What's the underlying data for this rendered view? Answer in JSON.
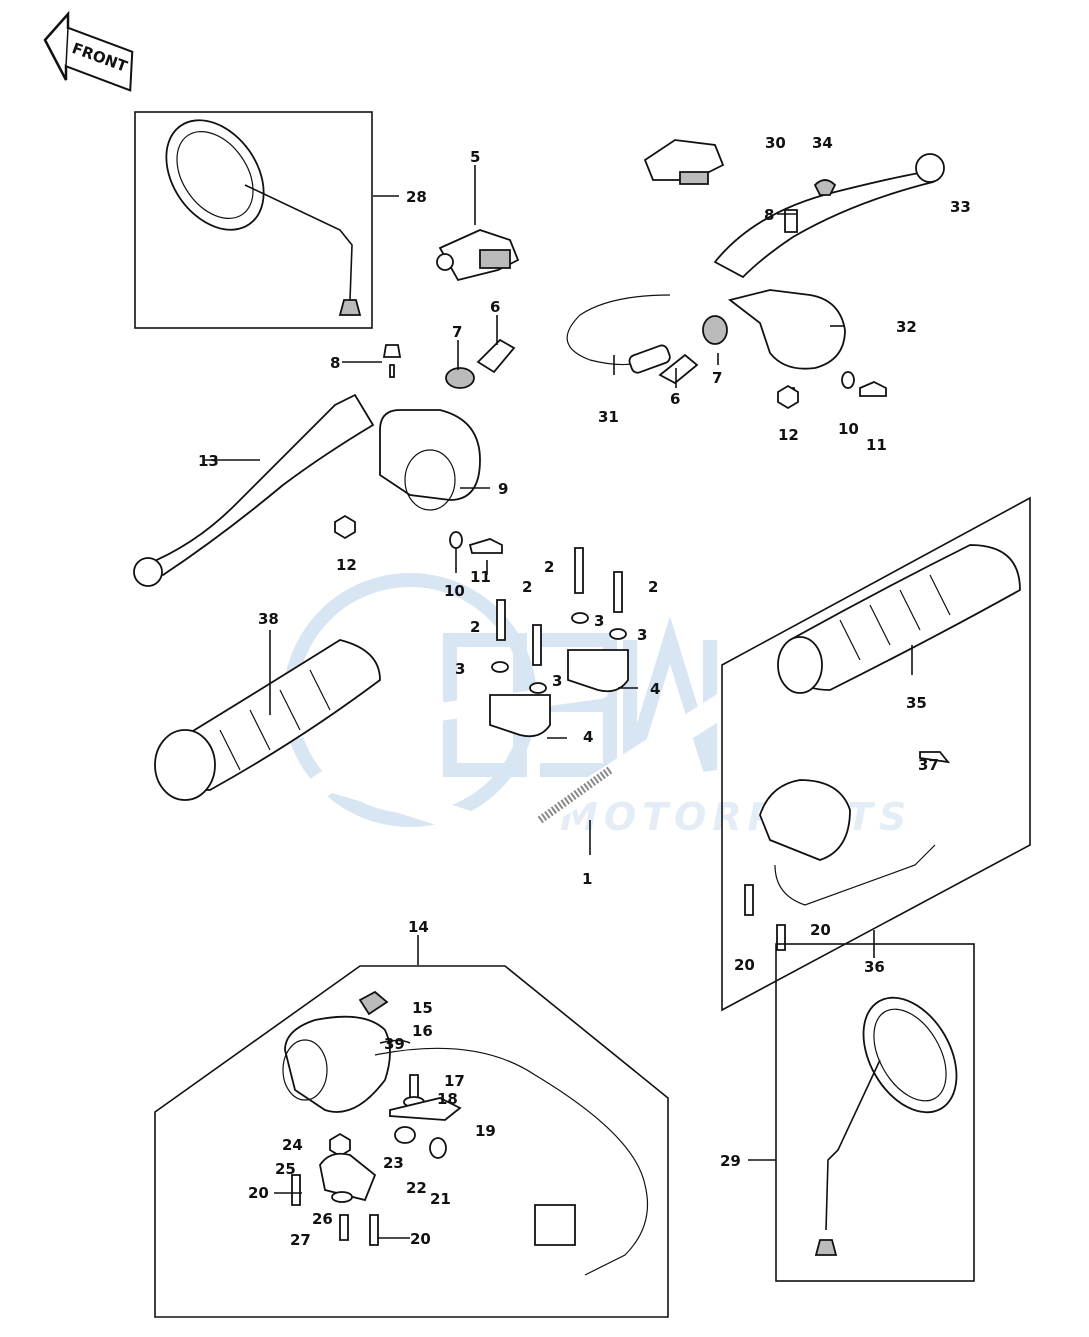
{
  "direction_label": "FRONT",
  "watermark_text": "MOTORPARTS",
  "callouts": [
    {
      "id": "c1",
      "text": "1"
    },
    {
      "id": "c2a",
      "text": "2"
    },
    {
      "id": "c2b",
      "text": "2"
    },
    {
      "id": "c2c",
      "text": "2"
    },
    {
      "id": "c2d",
      "text": "2"
    },
    {
      "id": "c3a",
      "text": "3"
    },
    {
      "id": "c3b",
      "text": "3"
    },
    {
      "id": "c3c",
      "text": "3"
    },
    {
      "id": "c3d",
      "text": "3"
    },
    {
      "id": "c4a",
      "text": "4"
    },
    {
      "id": "c4b",
      "text": "4"
    },
    {
      "id": "c5",
      "text": "5"
    },
    {
      "id": "c6a",
      "text": "6"
    },
    {
      "id": "c6b",
      "text": "6"
    },
    {
      "id": "c7a",
      "text": "7"
    },
    {
      "id": "c7b",
      "text": "7"
    },
    {
      "id": "c8a",
      "text": "8"
    },
    {
      "id": "c8b",
      "text": "8"
    },
    {
      "id": "c9",
      "text": "9"
    },
    {
      "id": "c10a",
      "text": "10"
    },
    {
      "id": "c10b",
      "text": "10"
    },
    {
      "id": "c11a",
      "text": "11"
    },
    {
      "id": "c11b",
      "text": "11"
    },
    {
      "id": "c12a",
      "text": "12"
    },
    {
      "id": "c12b",
      "text": "12"
    },
    {
      "id": "c13",
      "text": "13"
    },
    {
      "id": "c14",
      "text": "14"
    },
    {
      "id": "c15",
      "text": "15"
    },
    {
      "id": "c16",
      "text": "16"
    },
    {
      "id": "c17",
      "text": "17"
    },
    {
      "id": "c18",
      "text": "18"
    },
    {
      "id": "c19",
      "text": "19"
    },
    {
      "id": "c20a",
      "text": "20"
    },
    {
      "id": "c20b",
      "text": "20"
    },
    {
      "id": "c20c",
      "text": "20"
    },
    {
      "id": "c20d",
      "text": "20"
    },
    {
      "id": "c21",
      "text": "21"
    },
    {
      "id": "c22",
      "text": "22"
    },
    {
      "id": "c23",
      "text": "23"
    },
    {
      "id": "c24",
      "text": "24"
    },
    {
      "id": "c25",
      "text": "25"
    },
    {
      "id": "c26",
      "text": "26"
    },
    {
      "id": "c27",
      "text": "27"
    },
    {
      "id": "c28",
      "text": "28"
    },
    {
      "id": "c29",
      "text": "29"
    },
    {
      "id": "c30",
      "text": "30"
    },
    {
      "id": "c31",
      "text": "31"
    },
    {
      "id": "c32",
      "text": "32"
    },
    {
      "id": "c33",
      "text": "33"
    },
    {
      "id": "c34",
      "text": "34"
    },
    {
      "id": "c35",
      "text": "35"
    },
    {
      "id": "c36",
      "text": "36"
    },
    {
      "id": "c37",
      "text": "37"
    },
    {
      "id": "c38",
      "text": "38"
    },
    {
      "id": "c39",
      "text": "39"
    }
  ]
}
